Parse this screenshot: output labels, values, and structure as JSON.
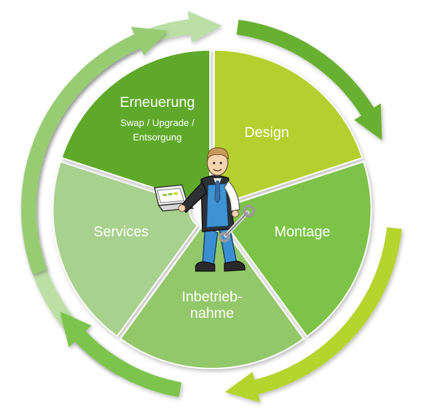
{
  "diagram": {
    "center_figure": "worker-with-laptop-and-wrench",
    "segments": [
      {
        "id": "erneuerung",
        "lines": [
          "Erneuerung"
        ],
        "sublines": [
          "Swap / Upgrade /",
          "Entsorgung"
        ],
        "color": "#a9d18e"
      },
      {
        "id": "design",
        "lines": [
          "Design"
        ],
        "sublines": [],
        "color": "#5fa92a"
      },
      {
        "id": "montage",
        "lines": [
          "Montage"
        ],
        "sublines": [],
        "color": "#b4cf2e"
      },
      {
        "id": "inbetriebnahme",
        "lines": [
          "Inbetrieb-",
          "nahme"
        ],
        "sublines": [],
        "color": "#7dc24a"
      },
      {
        "id": "services",
        "lines": [
          "Services"
        ],
        "sublines": [],
        "color": "#93c86a"
      }
    ],
    "arrow_colors": [
      "#bcdfa6",
      "#68b030",
      "#b6d42e",
      "#7cc44c",
      "#98cc72"
    ]
  }
}
